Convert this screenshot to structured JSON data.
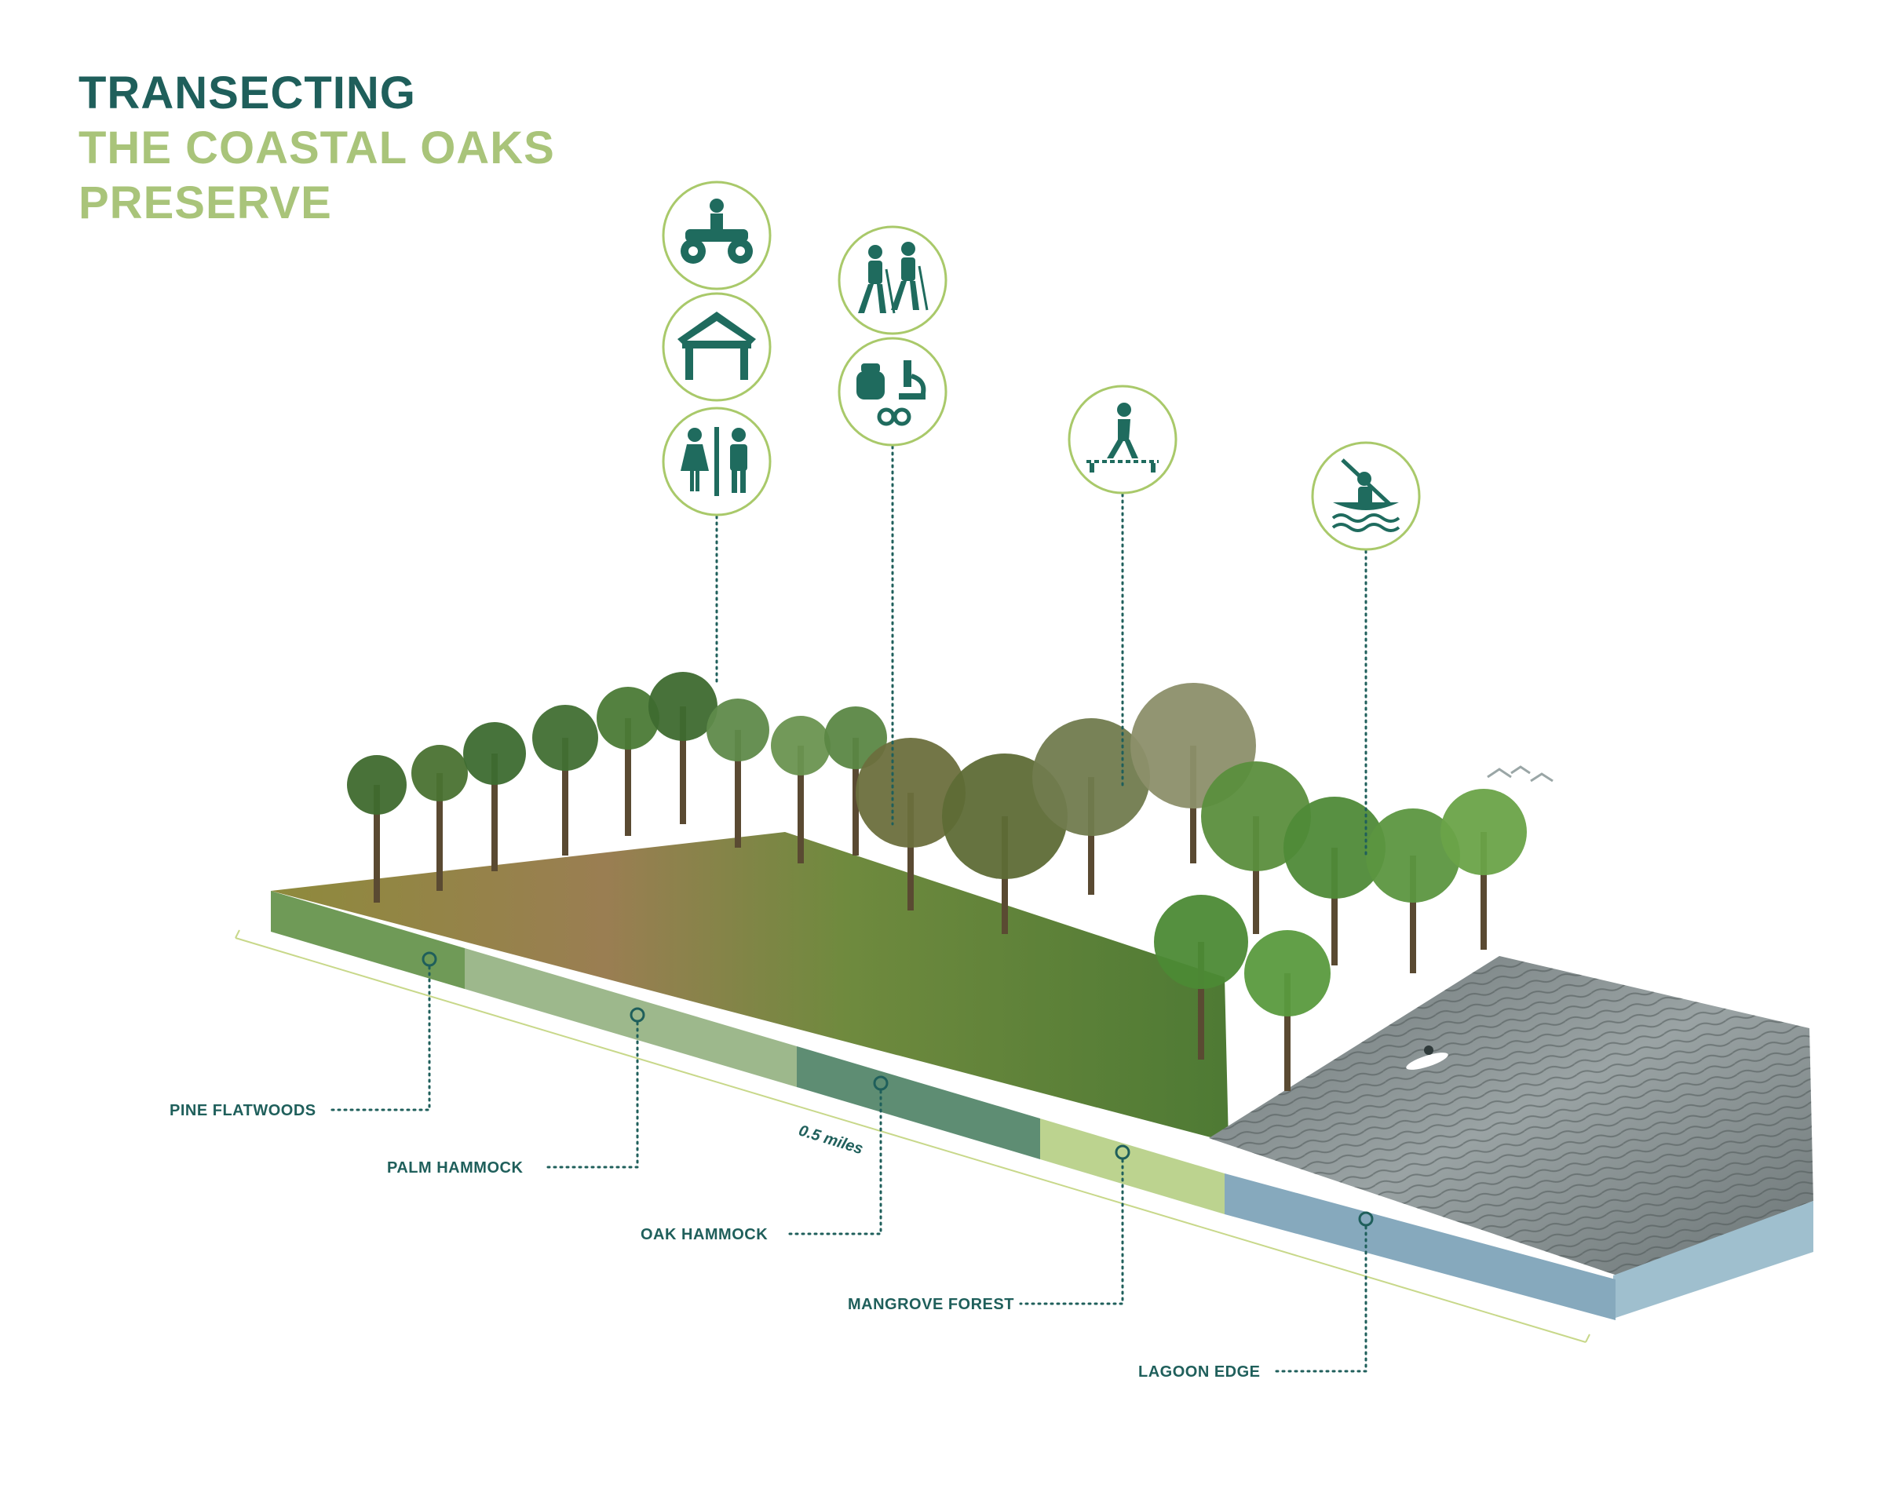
{
  "title": {
    "line1": "TRANSECTING",
    "line2": "THE COASTAL OAKS",
    "line3": "PRESERVE"
  },
  "distance_label": "0.5 miles",
  "zones": [
    {
      "name": "PINE FLATWOODS",
      "color": "#6f9a57"
    },
    {
      "name": "PALM HAMMOCK",
      "color": "#9db88c"
    },
    {
      "name": "OAK HAMMOCK",
      "color": "#5e8d73"
    },
    {
      "name": "MANGROVE FOREST",
      "color": "#bcd38f"
    },
    {
      "name": "LAGOON EDGE",
      "color": "#86a9bd"
    }
  ],
  "amenity_icons": [
    "atv-icon",
    "pavilion-icon",
    "restroom-icon",
    "hikers-icon",
    "nature-study-icon",
    "boardwalk-walker-icon",
    "kayak-icon"
  ],
  "colors": {
    "title_dark": "#1f5f5b",
    "title_light": "#a9c47a",
    "icon_fill": "#1f6b5e",
    "icon_ring": "#a9c96a",
    "leader": "#1f5f5b",
    "water": "#7f8a8c"
  }
}
